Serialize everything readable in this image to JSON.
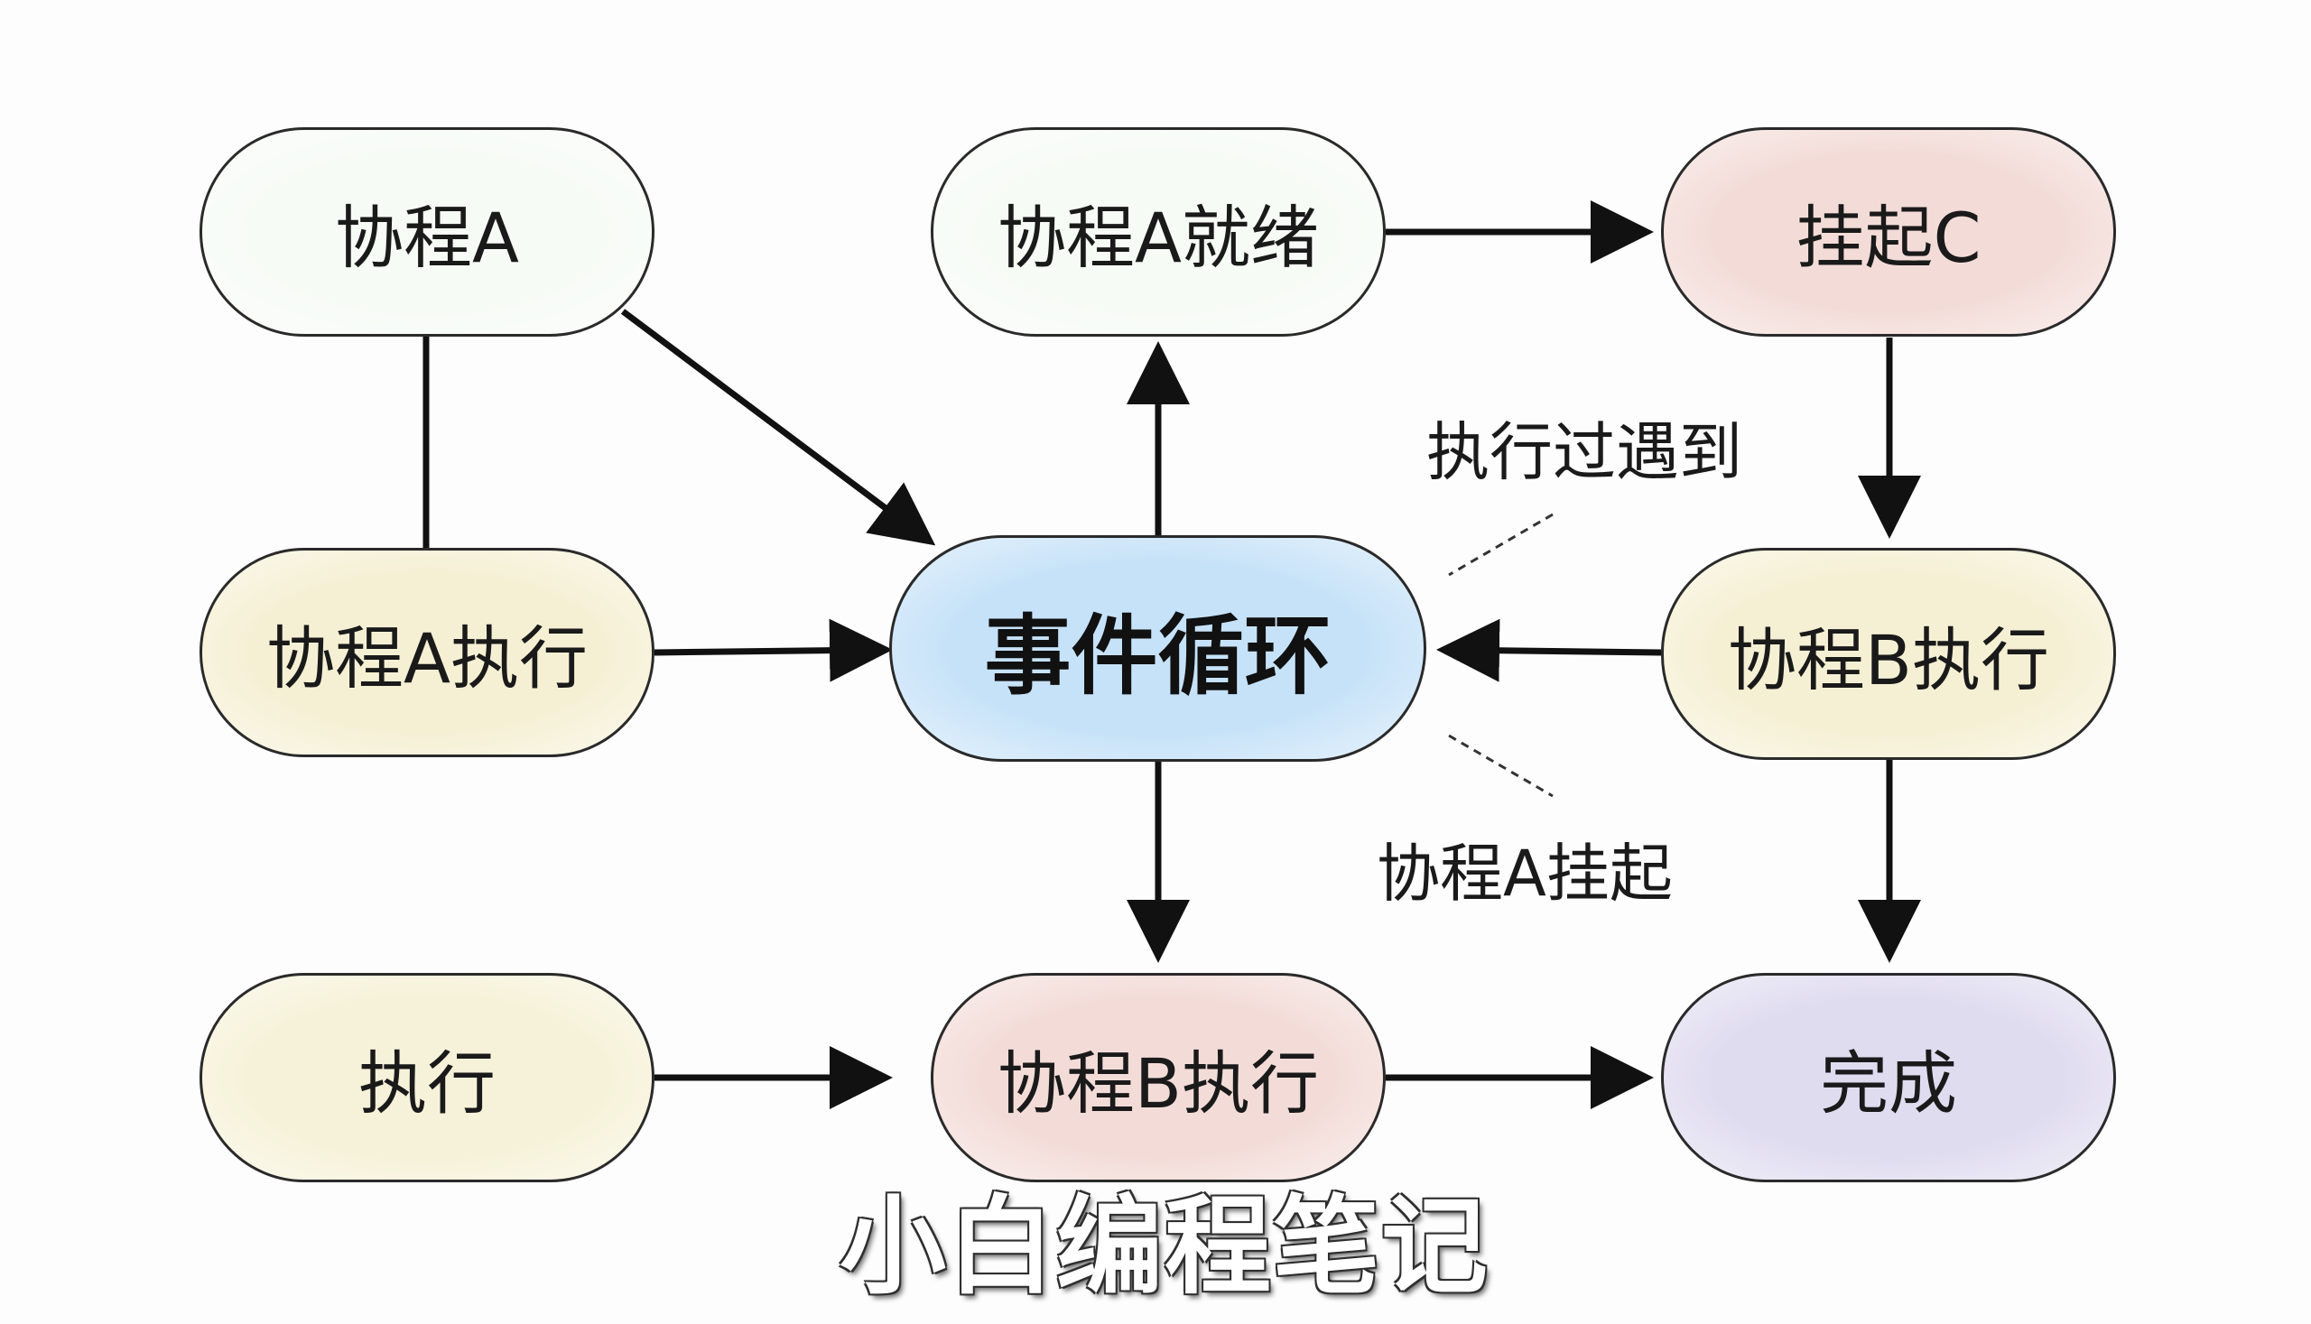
{
  "nodes": {
    "coroutine_a": {
      "label": "协程A",
      "fill": "#f7fbf6"
    },
    "coroutine_a_ready": {
      "label": "协程A就绪",
      "fill": "#f7fbf6"
    },
    "suspend_c": {
      "label": "挂起C",
      "fill": "#f3dcd8"
    },
    "coroutine_a_exec": {
      "label": "协程A执行",
      "fill": "#f5f0d4"
    },
    "event_loop": {
      "label": "事件循环",
      "fill": "#c6e2f8"
    },
    "coroutine_b_exec_right": {
      "label": "协程B执行",
      "fill": "#f5f0d4"
    },
    "execute": {
      "label": "执行",
      "fill": "#f6f2d9"
    },
    "coroutine_b_exec_bottom": {
      "label": "协程B执行",
      "fill": "#f3dcd8"
    },
    "done": {
      "label": "完成",
      "fill": "#e0dcf0"
    }
  },
  "edge_labels": {
    "upper": "执行过遇到",
    "lower": "协程A挂起"
  },
  "watermark": "小白编程笔记",
  "colors": {
    "stroke": "#111111",
    "dashed": "#333333"
  }
}
